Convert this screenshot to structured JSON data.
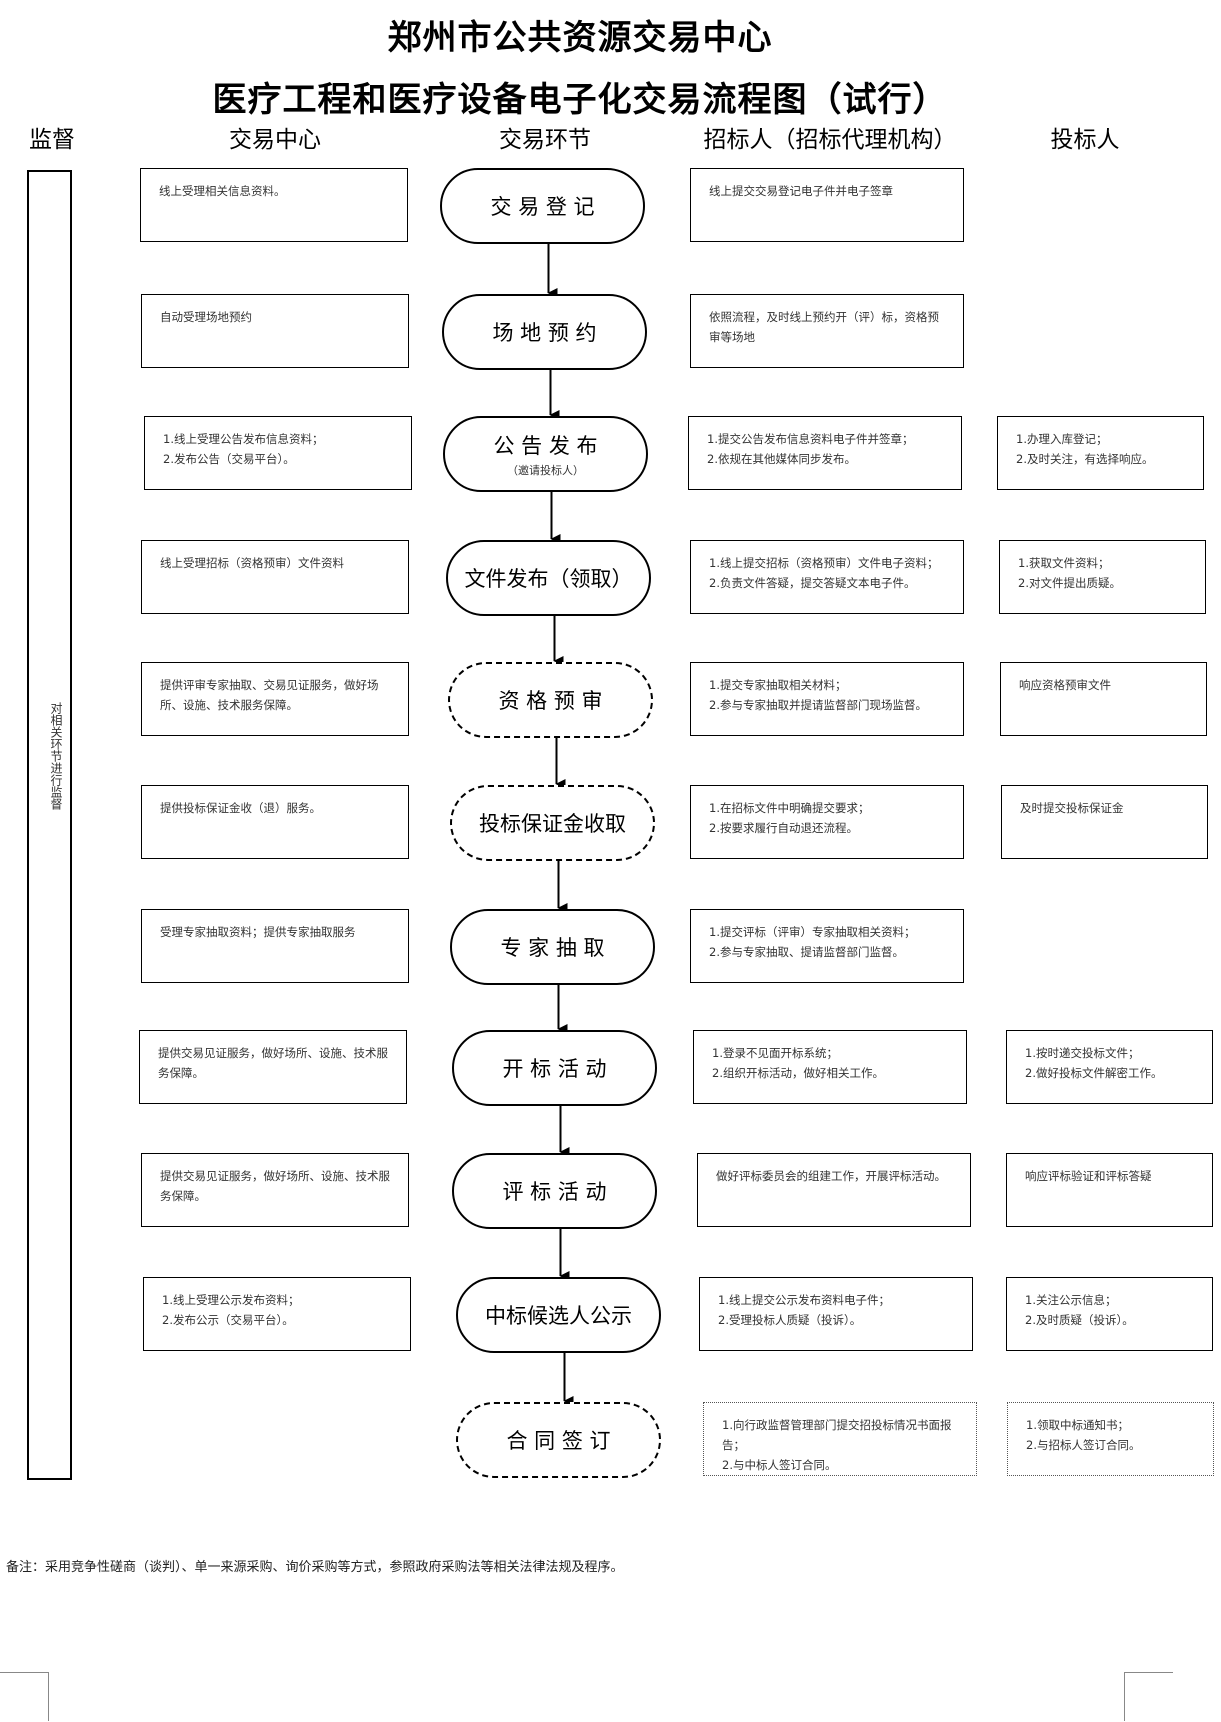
{
  "title": {
    "line1": "郑州市公共资源交易中心",
    "line2": "医疗工程和医疗设备电子化交易流程图（试行）"
  },
  "columns": {
    "supervision": "监督",
    "center": "交易中心",
    "step": "交易环节",
    "tenderer": "招标人（招标代理机构）",
    "bidder": "投标人"
  },
  "supervision_text": "对相关环节进行监督",
  "steps": [
    {
      "label": "交 易 登 记",
      "sub": "",
      "style": "solid",
      "center": "线上受理相关信息资料。",
      "tenderer": "线上提交交易登记电子件并电子签章",
      "bidder": ""
    },
    {
      "label": "场 地 预 约",
      "sub": "",
      "style": "solid",
      "center": "自动受理场地预约",
      "tenderer": "依照流程，及时线上预约开（评）标，资格预审等场地",
      "bidder": ""
    },
    {
      "label": "公 告 发 布",
      "sub": "（邀请投标人）",
      "style": "solid",
      "center": "1.线上受理公告发布信息资料；\n2.发布公告（交易平台）。",
      "tenderer": "1.提交公告发布信息资料电子件并签章；\n2.依规在其他媒体同步发布。",
      "bidder": "1.办理入库登记；\n2.及时关注，有选择响应。"
    },
    {
      "label": "文件发布（领取）",
      "sub": "",
      "style": "solid",
      "center": "线上受理招标（资格预审）文件资料",
      "tenderer": "1.线上提交招标（资格预审）文件电子资料；\n2.负责文件答疑，提交答疑文本电子件。",
      "bidder": "1.获取文件资料；\n2.对文件提出质疑。"
    },
    {
      "label": "资 格 预 审",
      "sub": "",
      "style": "dashed",
      "center": "提供评审专家抽取、交易见证服务，做好场所、设施、技术服务保障。",
      "tenderer": "1.提交专家抽取相关材料；\n2.参与专家抽取并提请监督部门现场监督。",
      "bidder": "响应资格预审文件"
    },
    {
      "label": "投标保证金收取",
      "sub": "",
      "style": "dashed",
      "center": "提供投标保证金收（退）服务。",
      "tenderer": "1.在招标文件中明确提交要求；\n2.按要求履行自动退还流程。",
      "bidder": "及时提交投标保证金"
    },
    {
      "label": "专 家 抽 取",
      "sub": "",
      "style": "solid",
      "center": "受理专家抽取资料；提供专家抽取服务",
      "tenderer": "1.提交评标（评审）专家抽取相关资料；\n2.参与专家抽取、提请监督部门监督。",
      "bidder": ""
    },
    {
      "label": "开 标 活 动",
      "sub": "",
      "style": "solid",
      "center": "提供交易见证服务，做好场所、设施、技术服务保障。",
      "tenderer": "1.登录不见面开标系统；\n2.组织开标活动，做好相关工作。",
      "bidder": "1.按时递交投标文件；\n2.做好投标文件解密工作。"
    },
    {
      "label": "评 标 活 动",
      "sub": "",
      "style": "solid",
      "center": "提供交易见证服务，做好场所、设施、技术服务保障。",
      "tenderer": "做好评标委员会的组建工作，开展评标活动。",
      "bidder": "响应评标验证和评标答疑"
    },
    {
      "label": "中标候选人公示",
      "sub": "",
      "style": "solid",
      "center": "1.线上受理公示发布资料；\n2.发布公示（交易平台）。",
      "tenderer": "1.线上提交公示发布资料电子件；\n2.受理投标人质疑（投诉）。",
      "bidder": "1.关注公示信息；\n2.及时质疑（投诉）。"
    },
    {
      "label": "合 同 签 订",
      "sub": "",
      "style": "dashed",
      "center": "",
      "tenderer": "1.向行政监督管理部门提交招投标情况书面报告；\n2.与中标人签订合同。",
      "bidder": "1.领取中标通知书；\n2.与招标人签订合同。"
    }
  ],
  "note": "备注：采用竞争性磋商（谈判）、单一来源采购、询价采购等方式，参照政府采购法等相关法律法规及程序。"
}
